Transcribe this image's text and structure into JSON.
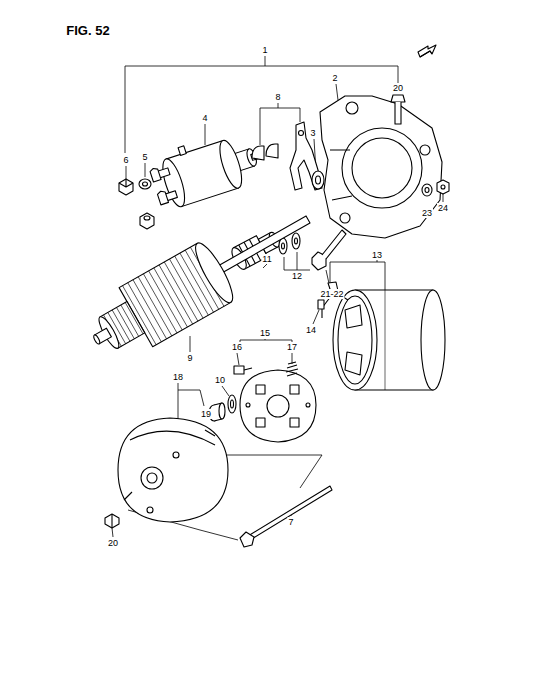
{
  "diagram": {
    "title": "FIG. 52",
    "labels": [
      "1",
      "20",
      "2",
      "8",
      "4",
      "3",
      "6",
      "5",
      "23",
      "24",
      "12",
      "11",
      "21-22",
      "13",
      "14",
      "9",
      "15",
      "16",
      "17",
      "18",
      "10",
      "19",
      "20",
      "7"
    ]
  }
}
